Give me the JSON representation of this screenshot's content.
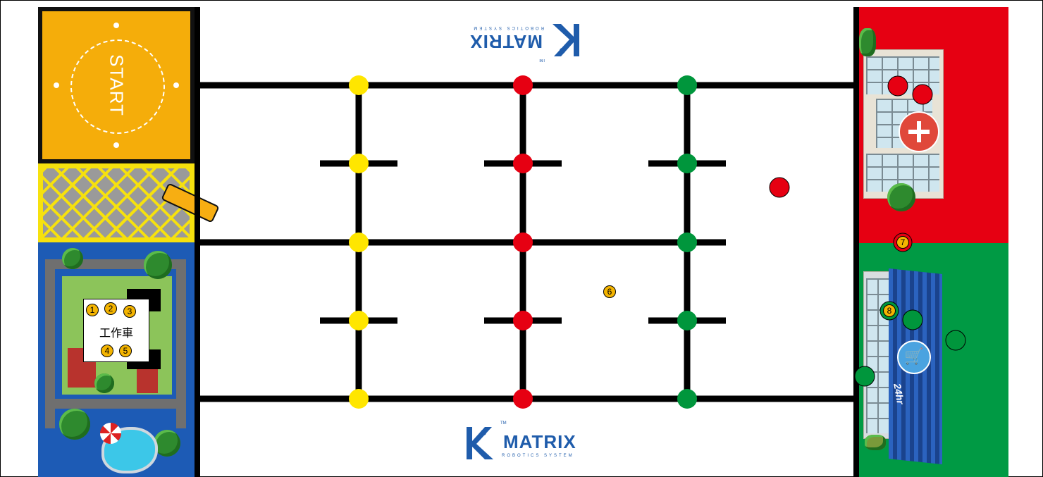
{
  "board": {
    "start_label": "START",
    "work_car_label": "工作車",
    "markers": [
      "1",
      "2",
      "3",
      "4",
      "5",
      "6",
      "7",
      "8"
    ],
    "logo": {
      "brand": "MATRIX",
      "subtitle": "ROBOTICS SYSTEM",
      "tm": "TM"
    },
    "store_hours": "24hr",
    "colors": {
      "start_zone": "#f5ad0a",
      "lattice": "#f6e10e",
      "town_blue": "#1d5bb5",
      "hospital_red": "#e60012",
      "store_green": "#009a44",
      "line": "#000000",
      "yellow_node": "#ffe600",
      "red_node": "#e60012",
      "green_node": "#00963c"
    },
    "columns": [
      {
        "color": "yellow"
      },
      {
        "color": "red"
      },
      {
        "color": "green"
      }
    ],
    "icons": {
      "hospital": "plus-icon",
      "store": "shopping-cart-icon",
      "gate": "barrier-gate-icon"
    }
  }
}
